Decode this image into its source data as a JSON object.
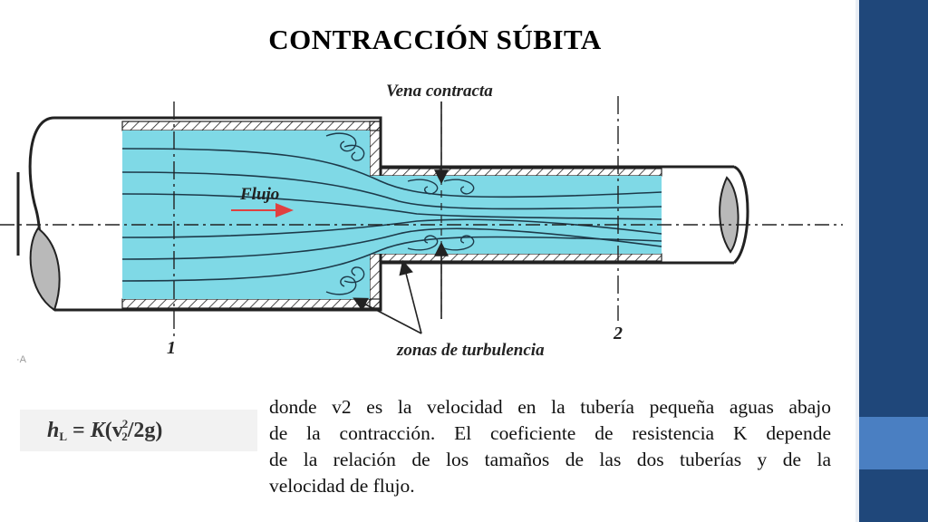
{
  "slide": {
    "title": "CONTRACCIÓN SÚBITA"
  },
  "diagram": {
    "vena_label": "Vena contracta",
    "flow_label": "Flujo",
    "turbulence_label": "zonas de turbulencia",
    "station_1": "1",
    "station_2": "2",
    "corner_mark": "·A",
    "colors": {
      "fluid": "#7fd9e6",
      "pipe": "#222222",
      "cap": "#b9b9b9",
      "arrow": "#e04040"
    }
  },
  "formula": {
    "lhs": "h",
    "lhs_sub": "L",
    "eq": " = ",
    "k": "K",
    "open": "(v",
    "exp": "2",
    "sub": "2",
    "close": "/2g)"
  },
  "description": {
    "line1": "donde v2 es la velocidad en la tubería pequeña aguas abajo",
    "line2": "de la contracción. El coeficiente de resistencia K  depende",
    "line3": "de la relación de los tamaños de las dos tuberías y de la",
    "line4": "velocidad de flujo."
  },
  "theme": {
    "sidebar_dark": "#1f477a",
    "sidebar_light": "#4a7fc2"
  }
}
